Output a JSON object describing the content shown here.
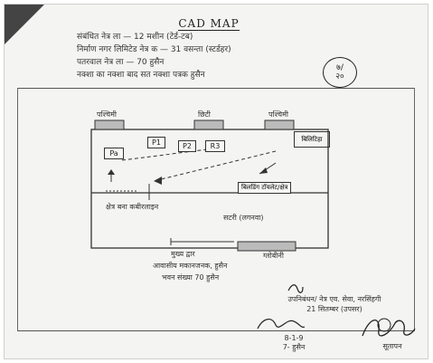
{
  "document": {
    "title": "CAD MAP",
    "header_lines": [
      "संबंधित नेत्र ला — 12 मशीन (टेर्ड-टब)",
      "निर्माण नगर लिमिटेड नेत्र क — 31 वसन्ता (स्टर्डहर)",
      "पतरवाल नेत्र ला — 70 हुसैन",
      "नक्शा का नक्शा बाद सत नक्शा पत्रक हुसैन"
    ],
    "circled_note": "७/\n२०",
    "plan": {
      "top_labels": [
        "पश्चिमी",
        "छिटी",
        "पश्चिमी"
      ],
      "top_right_box": "बिलिटिहा",
      "boxes": [
        "Pa",
        "P1",
        "P2",
        "R3"
      ],
      "store_label": "बिलडिंग टॉयलेट/क्षेत्र",
      "left_label": "क्षेत्र बना कबीरलाइन",
      "center_label": "सटरी (लगनवा)",
      "bottom_right_label": "ग्लोबीनी",
      "below_labels": [
        "मुख्य द्वार",
        "आवासीय मकानजनक, हुसैन",
        "भवन संख्या 70 हुसैन"
      ]
    },
    "signatures": {
      "office_lines": [
        "उपनिबंधन/ नेत्र एव. सेवा, नरसिंहगी",
        "21 सितम्बर (उपसर)"
      ],
      "left_sign_text": [
        "8-1-9",
        "7- हुसैन"
      ],
      "right_sign_text": "सूतापन"
    }
  }
}
